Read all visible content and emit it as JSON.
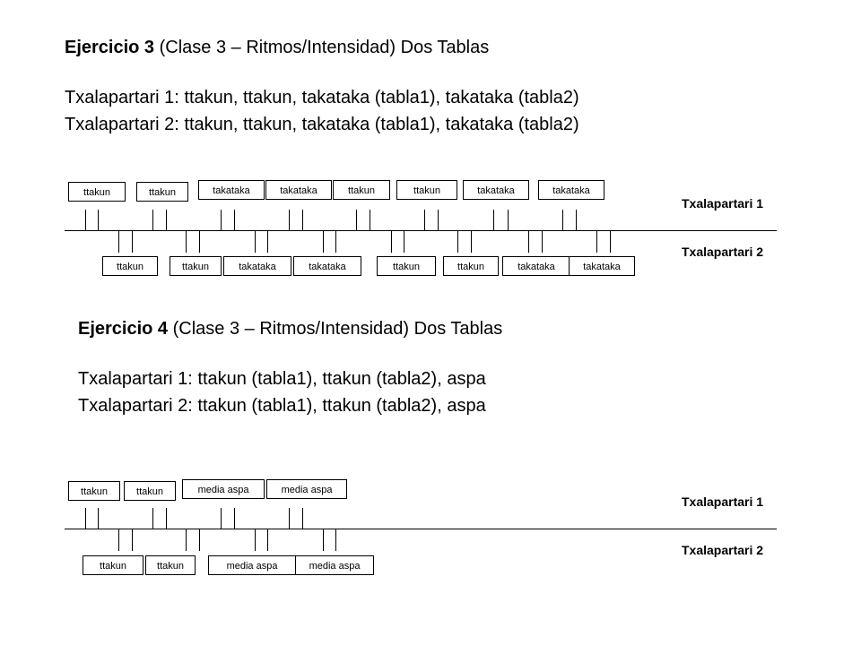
{
  "ex3": {
    "title_bold": "Ejercicio 3",
    "title_rest": " (Clase 3 – Ritmos/Intensidad) Dos Tablas",
    "line1": "Txalapartari 1: ttakun, ttakun, takataka (tabla1), takataka (tabla2)",
    "line2": "Txalapartari 2: ttakun, ttakun, takataka (tabla1), takataka (tabla2)",
    "label_top": "Txalapartari 1",
    "label_bottom": "Txalapartari 2",
    "top_boxes": [
      "ttakun",
      "ttakun",
      "takataka",
      "takataka",
      "ttakun",
      "ttakun",
      "takataka",
      "takataka"
    ],
    "bottom_boxes": [
      "ttakun",
      "ttakun",
      "takataka",
      "takataka",
      "ttakun",
      "ttakun",
      "takataka",
      "takataka"
    ]
  },
  "ex4": {
    "title_bold": "Ejercicio 4",
    "title_rest": " (Clase 3 – Ritmos/Intensidad) Dos Tablas",
    "line1": "Txalapartari 1: ttakun (tabla1), ttakun (tabla2), aspa",
    "line2": "Txalapartari 2: ttakun (tabla1), ttakun (tabla2), aspa",
    "label_top": "Txalapartari 1",
    "label_bottom": "Txalapartari 2",
    "top_boxes": [
      "ttakun",
      "ttakun",
      "media aspa",
      "media aspa"
    ],
    "bottom_boxes": [
      "ttakun",
      "ttakun",
      "media aspa",
      "media aspa"
    ]
  }
}
